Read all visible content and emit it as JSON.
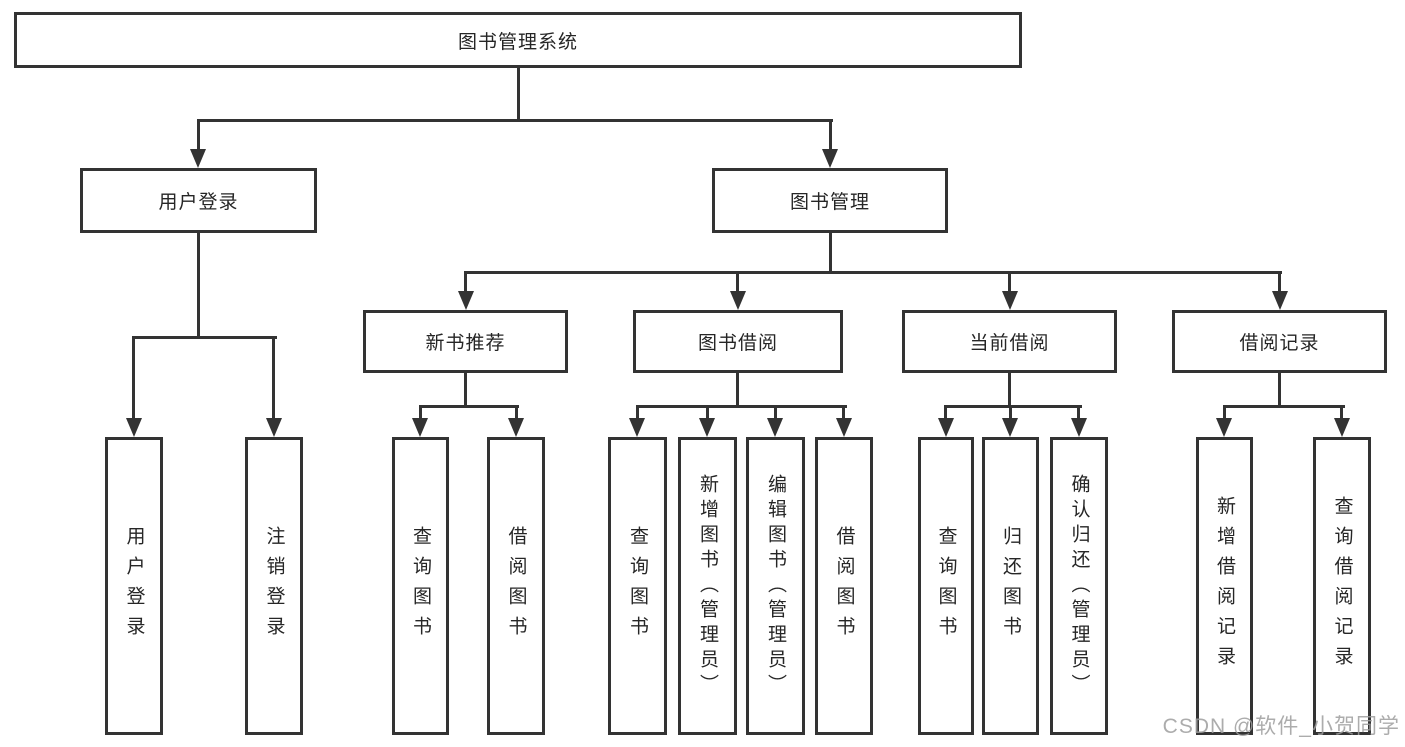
{
  "diagram": {
    "colors": {
      "line": "#333333",
      "box_border": "#333333",
      "text": "#262626",
      "watermark": "#9e9e9e",
      "background": "#ffffff"
    },
    "nodes": {
      "root": {
        "label": "图书管理系统"
      },
      "user_login": {
        "label": "用户登录"
      },
      "book_mgmt": {
        "label": "图书管理"
      },
      "new_book": {
        "label": "新书推荐"
      },
      "book_borrow": {
        "label": "图书借阅"
      },
      "current_borrow": {
        "label": "当前借阅"
      },
      "borrow_record": {
        "label": "借阅记录"
      },
      "leaf_user_login": {
        "label": "用户登录"
      },
      "leaf_logout": {
        "label": "注销登录"
      },
      "leaf_nb_query": {
        "label": "查询图书"
      },
      "leaf_nb_borrow": {
        "label": "借阅图书"
      },
      "leaf_bb_query": {
        "label": "查询图书"
      },
      "leaf_bb_add": {
        "label": "新增图书（管理员）"
      },
      "leaf_bb_edit": {
        "label": "编辑图书（管理员）"
      },
      "leaf_bb_borrow": {
        "label": "借阅图书"
      },
      "leaf_cb_query": {
        "label": "查询图书"
      },
      "leaf_cb_return": {
        "label": "归还图书"
      },
      "leaf_cb_confirm": {
        "label": "确认归还（管理员）"
      },
      "leaf_br_add": {
        "label": "新增借阅记录"
      },
      "leaf_br_query": {
        "label": "查询借阅记录"
      }
    },
    "watermark": "CSDN @软件_小贺同学"
  }
}
